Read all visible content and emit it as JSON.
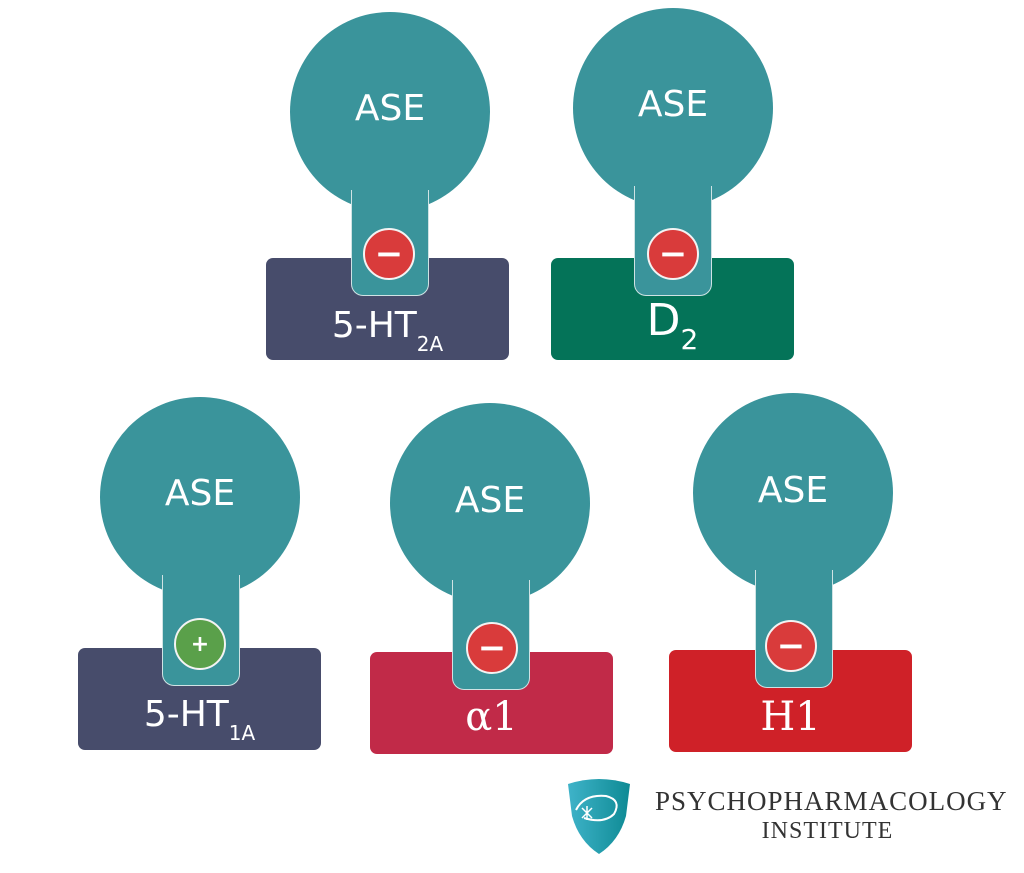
{
  "units": [
    {
      "head": "ASE",
      "effect": "−",
      "receptor": "5-HT",
      "sub": "2A",
      "color": "#474c6b"
    },
    {
      "head": "ASE",
      "effect": "−",
      "receptor": "D",
      "sub": "2",
      "color": "#047358"
    },
    {
      "head": "ASE",
      "effect": "+",
      "receptor": "5-HT",
      "sub": "1A",
      "color": "#474c6b"
    },
    {
      "head": "ASE",
      "effect": "−",
      "receptor": "α1",
      "sub": "",
      "color": "#c12a48"
    },
    {
      "head": "ASE",
      "effect": "−",
      "receptor": "H1",
      "sub": "",
      "color": "#cf2128"
    }
  ],
  "logo": {
    "line1": "PSYCHOPHARMACOLOGY",
    "line2": "INSTITUTE"
  },
  "colors": {
    "teal": "#3a949b",
    "minus": "#d93b3b",
    "plus": "#5aa04a"
  }
}
